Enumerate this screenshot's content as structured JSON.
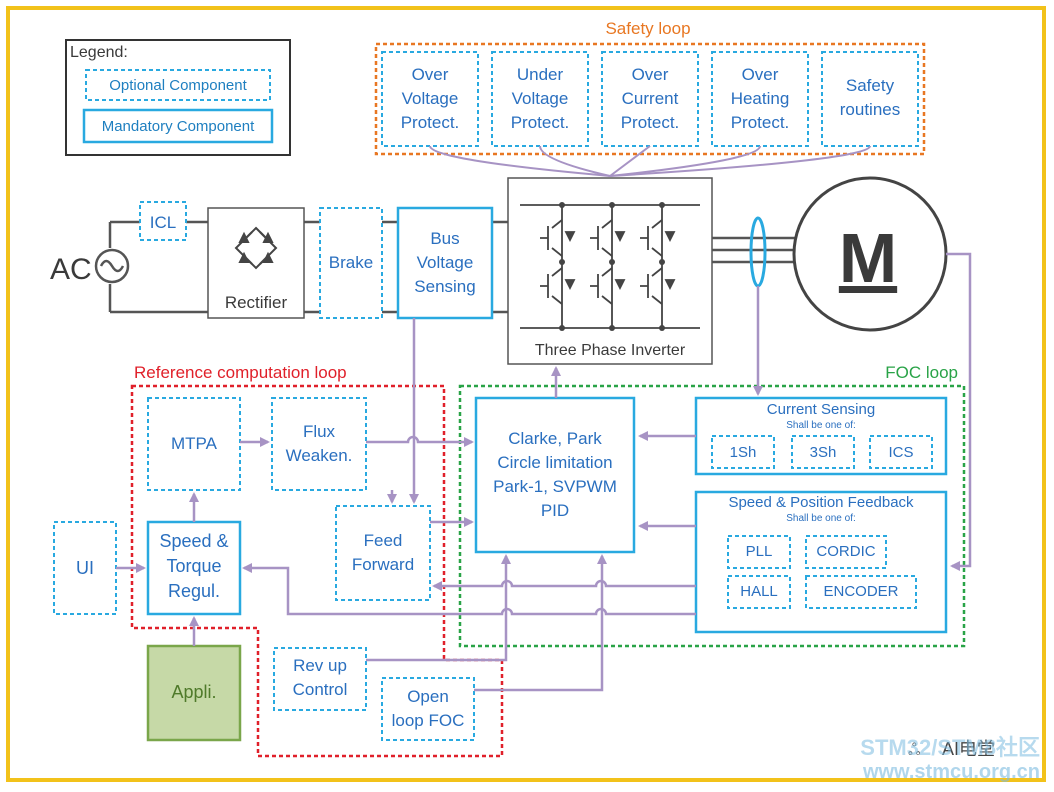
{
  "legend": {
    "title": "Legend:",
    "optional": "Optional Component",
    "mandatory": "Mandatory Component"
  },
  "loops": {
    "safety": "Safety loop",
    "reference": "Reference computation loop",
    "foc": "FOC loop"
  },
  "safety_blocks": [
    [
      "Over",
      "Voltage",
      "Protect."
    ],
    [
      "Under",
      "Voltage",
      "Protect."
    ],
    [
      "Over",
      "Current",
      "Protect."
    ],
    [
      "Over",
      "Heating",
      "Protect."
    ],
    [
      "Safety",
      "routines"
    ]
  ],
  "power": {
    "ac": "AC",
    "icl": "ICL",
    "rectifier": "Rectifier",
    "brake": "Brake",
    "bus_sensing": [
      "Bus",
      "Voltage",
      "Sensing"
    ],
    "inverter": "Three Phase Inverter",
    "motor": "M"
  },
  "reference": {
    "mtpa": "MTPA",
    "flux": [
      "Flux",
      "Weaken."
    ],
    "speed_torque": [
      "Speed &",
      "Torque",
      "Regul."
    ],
    "feed_forward": [
      "Feed",
      "Forward"
    ],
    "ui": "UI",
    "appli": "Appli.",
    "rev_up": [
      "Rev up",
      "Control"
    ],
    "open_loop": [
      "Open",
      "loop FOC"
    ]
  },
  "foc": {
    "core": [
      "Clarke, Park",
      "Circle limitation",
      "Park-1, SVPWM",
      "PID"
    ],
    "current_title": "Current Sensing",
    "current_sub": "Shall be one of:",
    "current_options": [
      "1Sh",
      "3Sh",
      "ICS"
    ],
    "speed_title": "Speed & Position Feedback",
    "speed_sub": "Shall be one of:",
    "speed_options": [
      "PLL",
      "CORDIC",
      "HALL",
      "ENCODER"
    ]
  },
  "watermark": {
    "brand": "AI电堂",
    "line1": "STM32/STM8社区",
    "line2": "www.stmcu.org.cn"
  },
  "colors": {
    "border": "#f2c21a",
    "component": "#29a9e0",
    "safety_loop": "#e87722",
    "reference_loop": "#e0202a",
    "foc_loop": "#29a347",
    "arrow": "#a793c4",
    "appli_fill": "#c6d9a7",
    "appli_border": "#7aa64a"
  }
}
